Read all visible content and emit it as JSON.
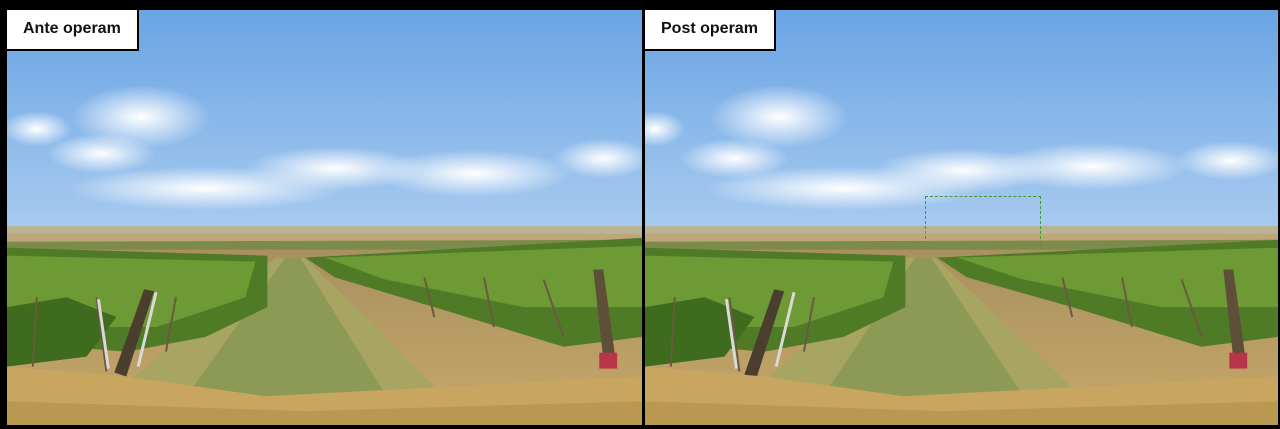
{
  "panels": [
    {
      "id": "before",
      "label": "Ante operam"
    },
    {
      "id": "after",
      "label": "Post operam"
    }
  ],
  "colors": {
    "sky_top": "#6fa7e6",
    "sky_bottom": "#dde9f5",
    "vine_dark": "#3d6a1f",
    "vine_light": "#6f9a32",
    "grass_dry": "#b89a58",
    "soil": "#a68c62",
    "marker": "#3f9a2f"
  }
}
